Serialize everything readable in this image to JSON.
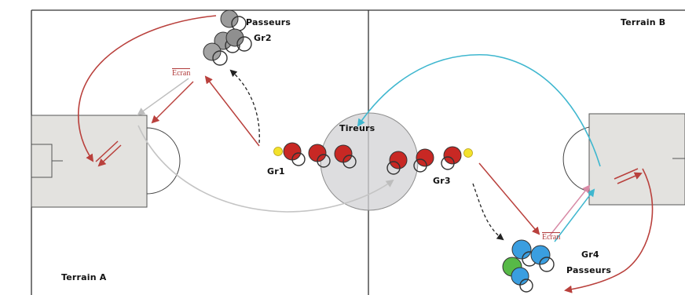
{
  "labels": {
    "terrain_a": "Terrain A",
    "terrain_b": "Terrain B",
    "passeurs_top": "Passeurs",
    "gr2": "Gr2",
    "ecran_left": "Ecran",
    "tireurs": "Tireurs",
    "gr1": "Gr1",
    "gr3": "Gr3",
    "ecran_right": "Ecran",
    "gr4": "Gr4",
    "passeurs_bottom": "Passeurs"
  },
  "colors": {
    "court_line": "#333333",
    "zone_fill": "#e3e2df",
    "center_circle": "#d0d0d2",
    "red_arrow": "#b9403c",
    "cyan_arrow": "#3fb7cf",
    "pink_arrow": "#d88aa6",
    "grey_arrow": "#bdbdbd",
    "red_player": "#c82824",
    "grey_player": "#9b9b9b",
    "blue_player": "#3a9ee0",
    "green_player": "#57b947",
    "ball": "#f3e22b"
  }
}
